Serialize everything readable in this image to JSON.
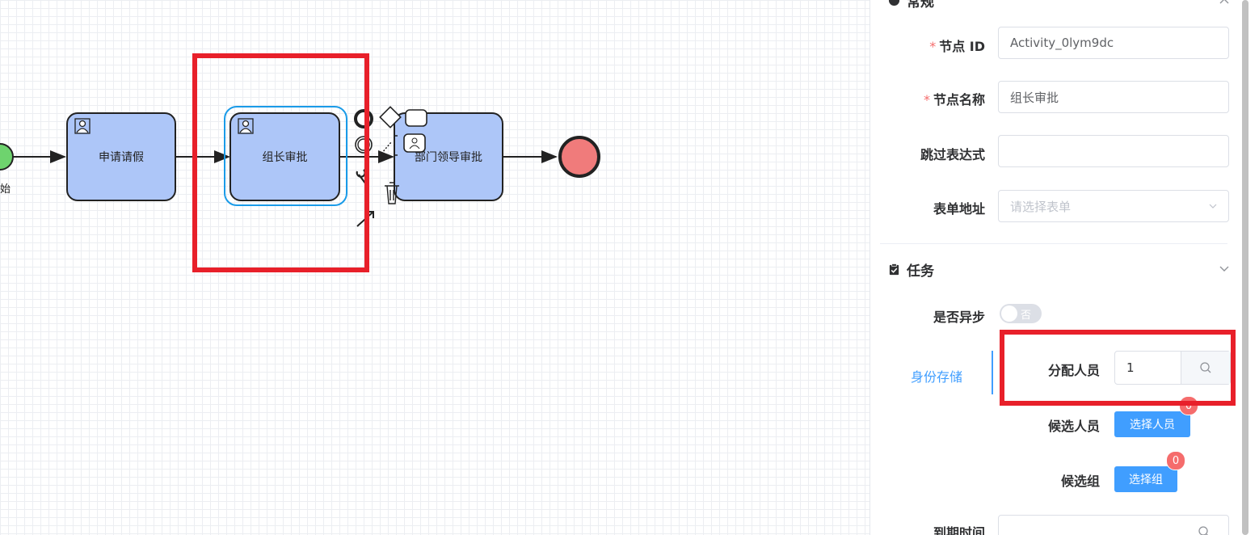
{
  "canvas": {
    "start_label": "始",
    "tasks": [
      {
        "label": "申请请假"
      },
      {
        "label": "组长审批"
      },
      {
        "label": "部门领导审批"
      }
    ]
  },
  "panel": {
    "general": {
      "title": "常规",
      "node_id_label": "节点 ID",
      "node_id_value": "Activity_0lym9dc",
      "node_name_label": "节点名称",
      "node_name_value": "组长审批",
      "skip_expr_label": "跳过表达式",
      "skip_expr_value": "",
      "form_label": "表单地址",
      "form_placeholder": "请选择表单"
    },
    "task": {
      "title": "任务",
      "async_label": "是否异步",
      "async_toggle_text": "否",
      "side_tab": "身份存储",
      "assignee_label": "分配人员",
      "assignee_value": "1",
      "candidate_users_label": "候选人员",
      "candidate_users_button": "选择人员",
      "candidate_users_count": "0",
      "candidate_groups_label": "候选组",
      "candidate_groups_button": "选择组",
      "candidate_groups_count": "0",
      "due_date_label": "到期时间"
    }
  },
  "colors": {
    "task_fill": "#adc6f8",
    "start_event": "#6ed36e",
    "end_event": "#f07b7b",
    "selection": "#1a9be8",
    "highlight": "#e8202a",
    "primary": "#409eff",
    "badge": "#f56c6c"
  }
}
